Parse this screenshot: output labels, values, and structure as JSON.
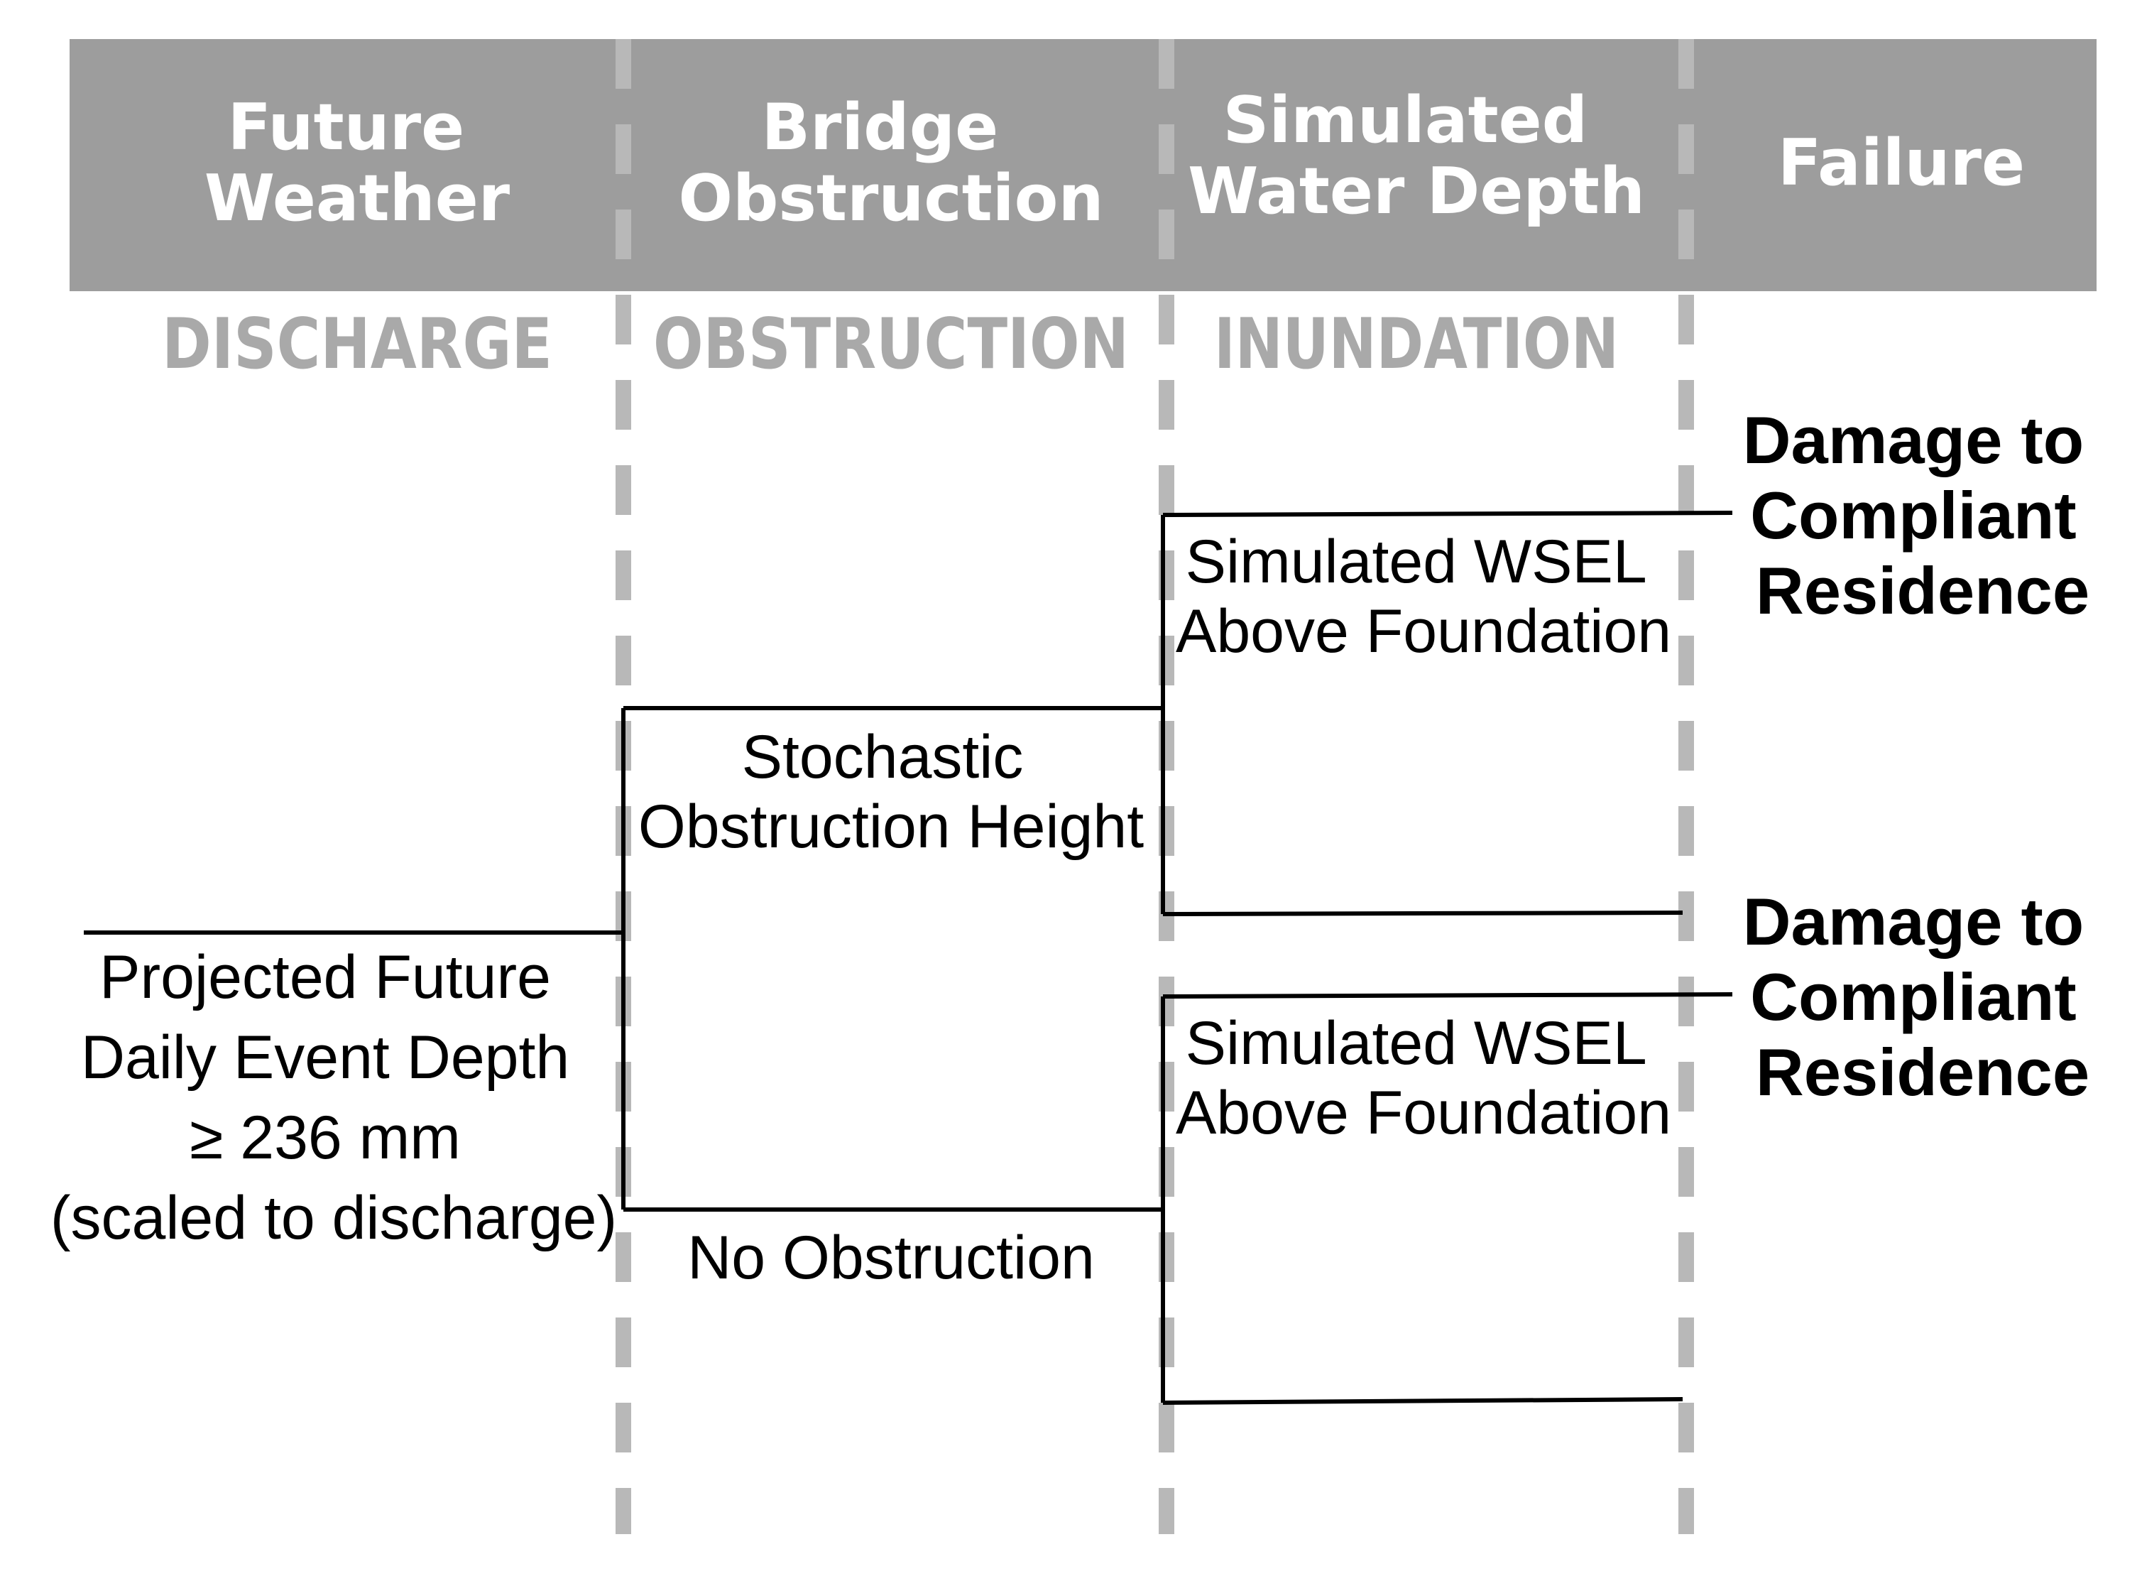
{
  "columns": [
    {
      "header": [
        "Future",
        "Weather"
      ],
      "subheader": "DISCHARGE"
    },
    {
      "header": [
        "Bridge",
        "Obstruction"
      ],
      "subheader": "OBSTRUCTION"
    },
    {
      "header": [
        "Simulated",
        "Water Depth"
      ],
      "subheader": "INUNDATION"
    },
    {
      "header": [
        "Failure"
      ],
      "subheader": ""
    }
  ],
  "root_event": [
    "Projected Future",
    "Daily Event Depth",
    "≥ 236 mm",
    "(scaled to discharge)"
  ],
  "obstruction_branches": {
    "stochastic": [
      "Stochastic",
      "Obstruction Height"
    ],
    "none": [
      "No Obstruction"
    ]
  },
  "inundation_branches": {
    "upper": [
      "Simulated WSEL",
      "Above Foundation"
    ],
    "lower": [
      "Simulated WSEL",
      "Above Foundation"
    ]
  },
  "outcomes": {
    "upper": [
      "Damage to",
      "Compliant",
      "Residence"
    ],
    "lower": [
      "Damage to",
      "Compliant",
      "Residence"
    ]
  },
  "colors": {
    "header_band": "#9d9d9d",
    "subheader_text": "#a9a9a9",
    "divider": "#b8b8b8",
    "line": "#000000"
  }
}
